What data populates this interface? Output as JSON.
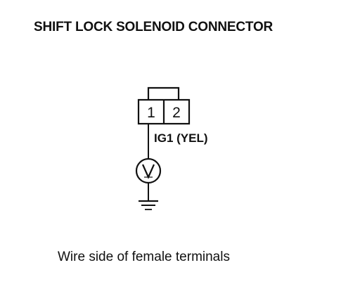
{
  "title": "SHIFT LOCK SOLENOID CONNECTOR",
  "connector": {
    "pins": [
      "1",
      "2"
    ]
  },
  "wire": {
    "label": "IG1 (YEL)"
  },
  "icons": {
    "meter": "voltmeter-icon",
    "ground": "ground-icon"
  },
  "caption": "Wire side of female terminals"
}
